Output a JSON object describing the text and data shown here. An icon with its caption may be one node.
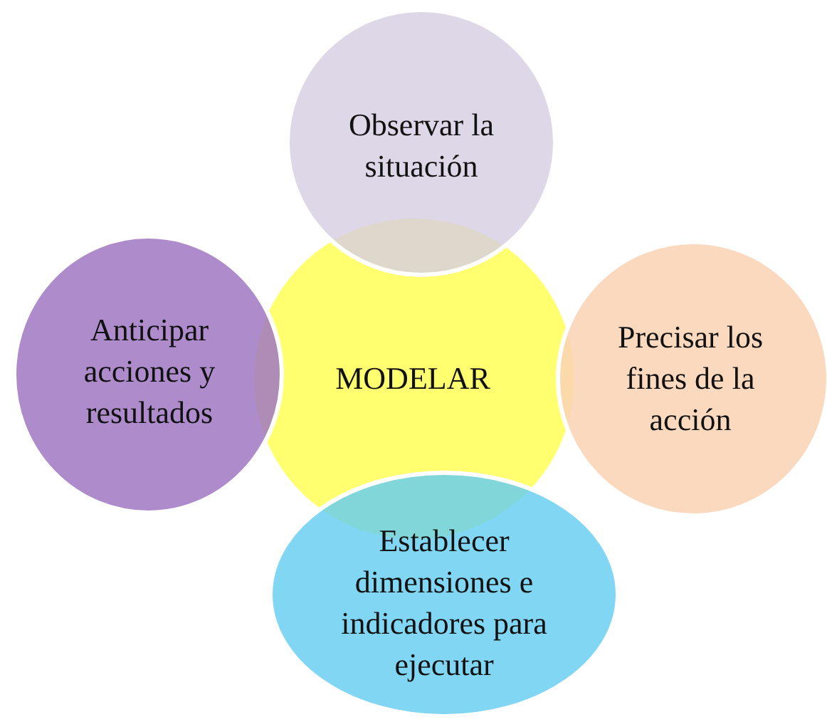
{
  "diagram": {
    "nodes": [
      {
        "text": [
          "Observar la situación"
        ]
      },
      {
        "text": [
          "Anticipar acciones y resultados"
        ]
      },
      {
        "text": [
          "MODELAR"
        ]
      },
      {
        "text": [
          "Precisar los fines de la acción"
        ]
      },
      {
        "text": [
          "Establecer dimensiones e indicadores para ejecutar"
        ]
      }
    ],
    "edges": []
  }
}
